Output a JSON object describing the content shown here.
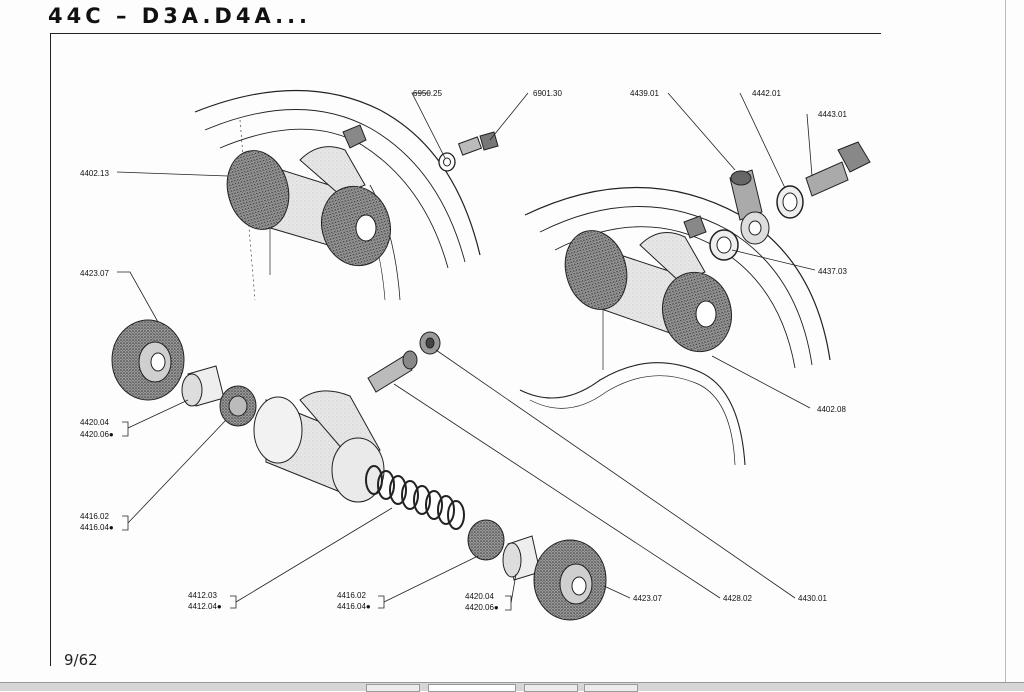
{
  "header": {
    "title": "44C – D3A.D4A..."
  },
  "footer": {
    "page_number": "9/62"
  },
  "callouts": {
    "p4402_13": "4402.13",
    "p6950_25": "6950.25",
    "p6901_30": "6901.30",
    "p4439_01": "4439.01",
    "p4442_01": "4442.01",
    "p4443_01": "4443.01",
    "p4437_03": "4437.03",
    "p4402_08": "4402.08",
    "p4423_07_left": "4423.07",
    "p4420_04_left": "4420.04",
    "p4420_06_left": "4420.06●",
    "p4416_02_left": "4416.02",
    "p4416_04_left": "4416.04●",
    "p4412_03": "4412.03",
    "p4412_04": "4412.04●",
    "p4416_02_mid": "4416.02",
    "p4416_04_mid": "4416.04●",
    "p4420_04_mid": "4420.04",
    "p4420_06_mid": "4420.06●",
    "p4423_07_right": "4423.07",
    "p4428_02": "4428.02",
    "p4430_01": "4430.01"
  }
}
